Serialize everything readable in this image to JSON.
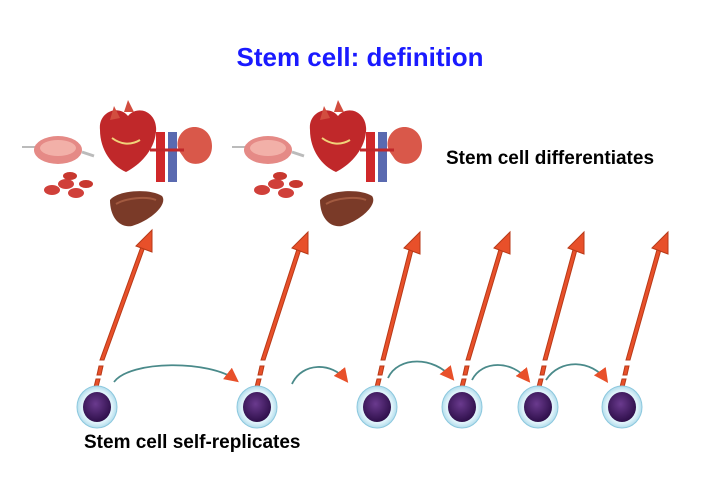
{
  "title": "Stem cell: definition",
  "labels": {
    "differentiates": "Stem cell differentiates",
    "self_replicates": "Stem cell self-replicates"
  },
  "colors": {
    "title": "#1a1aff",
    "arrow": "#e8502a",
    "arrow_outline": "#b83a18",
    "curve": "#4a8a8a",
    "cell_ring": "#bfe6f2",
    "cell_nucleus": "#4a1a6e"
  },
  "organ_groups": [
    {
      "organs": [
        "muscle-icon",
        "heart-icon",
        "kidney-icon",
        "red-blood-cells-icon",
        "liver-icon"
      ]
    },
    {
      "organs": [
        "muscle-icon",
        "heart-icon",
        "kidney-icon",
        "red-blood-cells-icon",
        "liver-icon"
      ]
    }
  ],
  "cells_count": 6
}
